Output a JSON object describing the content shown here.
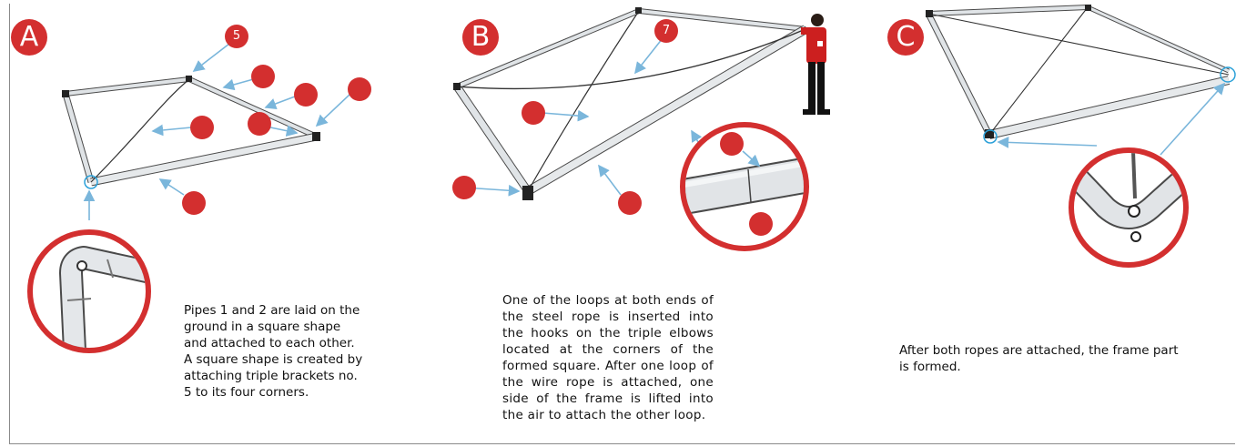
{
  "panels": [
    {
      "letter": "A",
      "callout_numbers": [
        "5"
      ],
      "caption": "Pipes 1 and 2 are laid on the ground in a square shape and attached to each other. A square shape is created by attaching triple brackets no. 5 to its four corners."
    },
    {
      "letter": "B",
      "callout_numbers": [
        "7"
      ],
      "caption": "One of the loops at both ends of the steel rope is inserted into the hooks on the triple elbows located at the corners of the formed square. After one loop of the wire rope is attached, one side of the frame is lifted into the air to attach the other loop."
    },
    {
      "letter": "C",
      "callout_numbers": [],
      "caption": "After both ropes are attached, the frame part is formed."
    }
  ],
  "colors": {
    "marker_red": "#d32f2f",
    "arrow_blue": "#7ab6db",
    "pipe_fill": "#d9dde0",
    "pipe_edge": "#4a4a4a",
    "rope": "#333333"
  }
}
